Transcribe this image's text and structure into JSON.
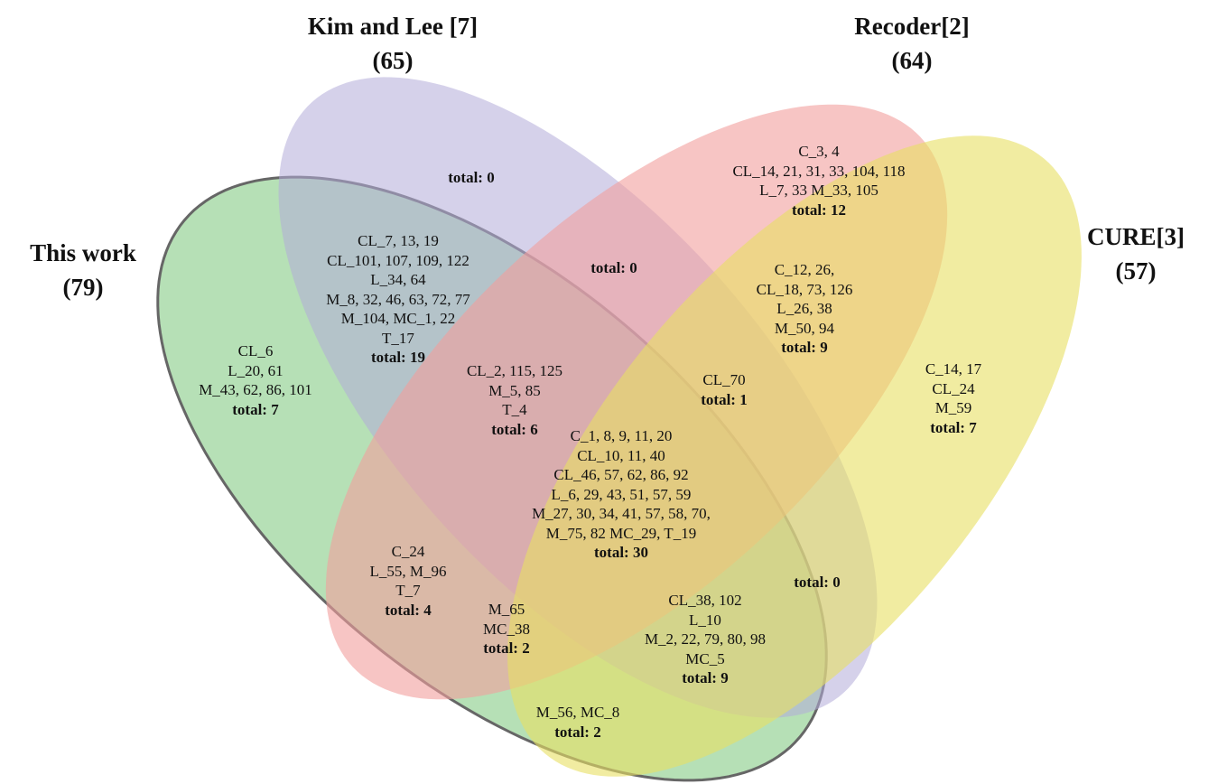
{
  "sets": [
    {
      "name": "Kim and Lee [7]",
      "count": "(65)",
      "color": "#b3acd9"
    },
    {
      "name": "Recoder[2]",
      "count": "(64)",
      "color": "#f29e9c"
    },
    {
      "name": "CURE[3]",
      "count": "(57)",
      "color": "#e8df62"
    },
    {
      "name": "This work",
      "count": "(79)",
      "color": "#8fd08f"
    }
  ],
  "regions": {
    "kim_only": {
      "lines": [],
      "total": "total: 0"
    },
    "recoder_only": {
      "lines": [
        "C_3, 4",
        "CL_14, 21, 31, 33, 104, 118",
        "L_7, 33  M_33, 105"
      ],
      "total": "total: 12"
    },
    "cure_only": {
      "lines": [
        "C_14, 17",
        "CL_24",
        "M_59"
      ],
      "total": "total: 7"
    },
    "this_only": {
      "lines": [
        "CL_6",
        "L_20,  61",
        "M_43, 62, 86, 101"
      ],
      "total": "total: 7"
    },
    "this_kim": {
      "lines": [
        "CL_7, 13, 19",
        "CL_101, 107, 109, 122",
        "L_34, 64",
        "M_8, 32, 46, 63, 72, 77",
        "M_104, MC_1, 22",
        "T_17"
      ],
      "total": "total: 19"
    },
    "kim_recoder": {
      "lines": [],
      "total": "total: 0"
    },
    "recoder_cure": {
      "lines": [
        "C_12, 26,",
        "CL_18, 73, 126",
        "L_26, 38",
        "M_50, 94"
      ],
      "total": "total: 9"
    },
    "this_kim_recoder": {
      "lines": [
        "CL_2, 115, 125",
        "M_5, 85",
        "T_4"
      ],
      "total": "total: 6"
    },
    "kim_recoder_cure": {
      "lines": [
        "CL_70"
      ],
      "total": "total: 1"
    },
    "all": {
      "lines": [
        "C_1, 8, 9, 11, 20",
        "CL_10, 11, 40",
        "CL_46, 57, 62, 86, 92",
        "L_6, 29, 43, 51, 57, 59",
        "M_27, 30, 34, 41, 57, 58, 70,",
        "M_75, 82  MC_29, T_19"
      ],
      "total": "total: 30"
    },
    "this_recoder": {
      "lines": [
        "C_24",
        "L_55, M_96",
        "T_7"
      ],
      "total": "total: 4"
    },
    "this_recoder_cure": {
      "lines": [
        "M_65",
        "MC_38"
      ],
      "total": "total: 2"
    },
    "kim_cure": {
      "lines": [],
      "total": "total: 0"
    },
    "this_kim_cure": {
      "lines": [
        "CL_38, 102",
        "L_10",
        "M_2, 22, 79, 80, 98",
        "MC_5"
      ],
      "total": "total: 9"
    },
    "this_cure": {
      "lines": [
        "M_56, MC_8"
      ],
      "total": "total: 2"
    }
  }
}
